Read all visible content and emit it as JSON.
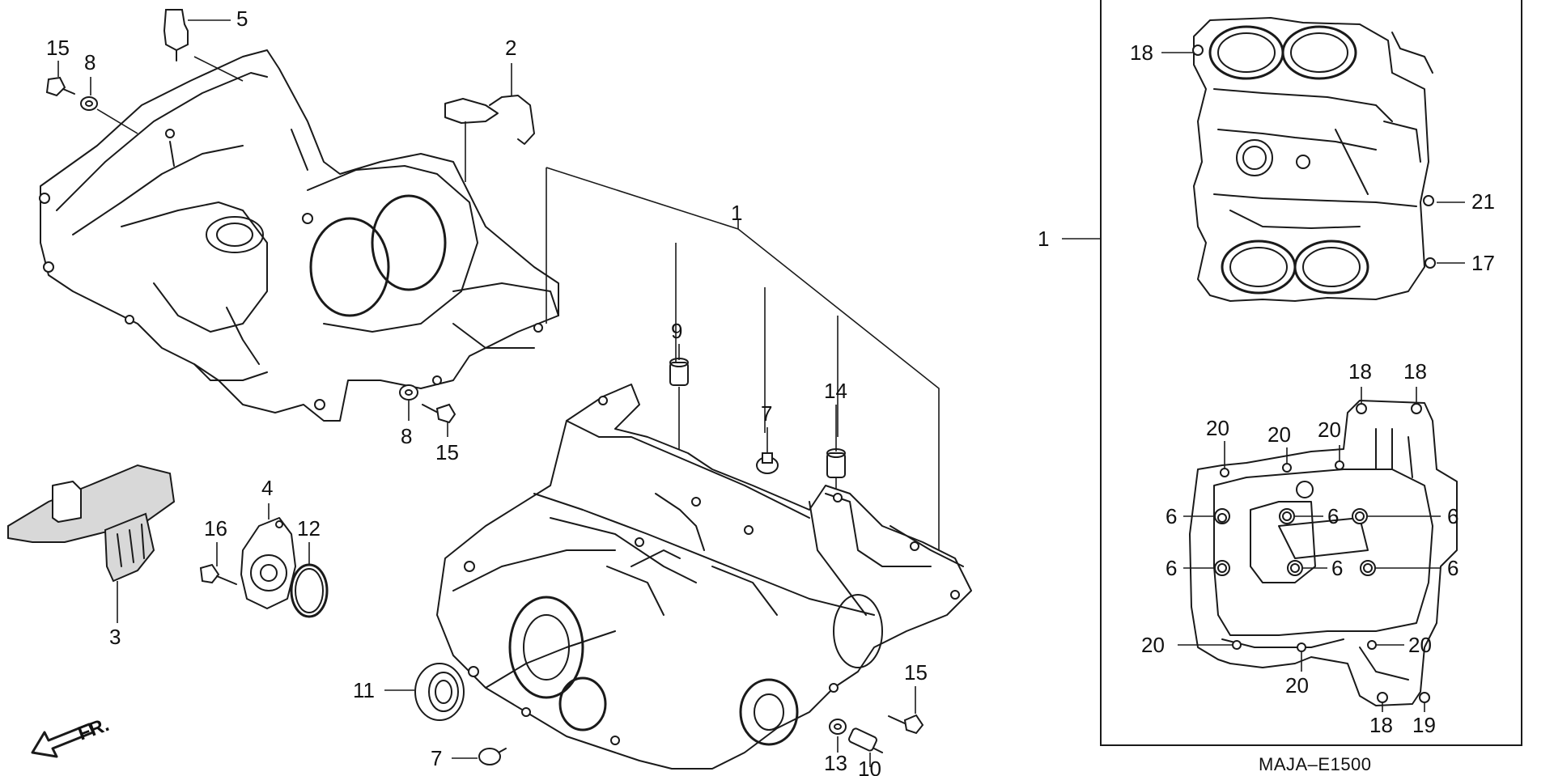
{
  "diagram_code": "MAJA–E1500",
  "direction_label": "FR.",
  "colors": {
    "ink": "#1a1a1a",
    "background": "#ffffff",
    "shade": "#d8d8d8"
  },
  "left_callouts": {
    "c5": "5",
    "c15a": "15",
    "c8a": "8",
    "c2": "2",
    "c1": "1",
    "c9": "9",
    "c7a": "7",
    "c14": "14",
    "c8b": "8",
    "c15b": "15",
    "c4": "4",
    "c16": "16",
    "c12": "12",
    "c3": "3",
    "c11": "11",
    "c15c": "15",
    "c7b": "7",
    "c13": "13",
    "c10": "10"
  },
  "right_callouts": {
    "c1": "1",
    "c18a": "18",
    "c21": "21",
    "c17": "17",
    "c18b": "18",
    "c18c": "18",
    "c20a": "20",
    "c20b": "20",
    "c20c": "20",
    "c6a": "6",
    "c6b": "6",
    "c6c": "6",
    "c6d": "6",
    "c6e": "6",
    "c6f": "6",
    "c20d": "20",
    "c20e": "20",
    "c20f": "20",
    "c18d": "18",
    "c19": "19"
  }
}
